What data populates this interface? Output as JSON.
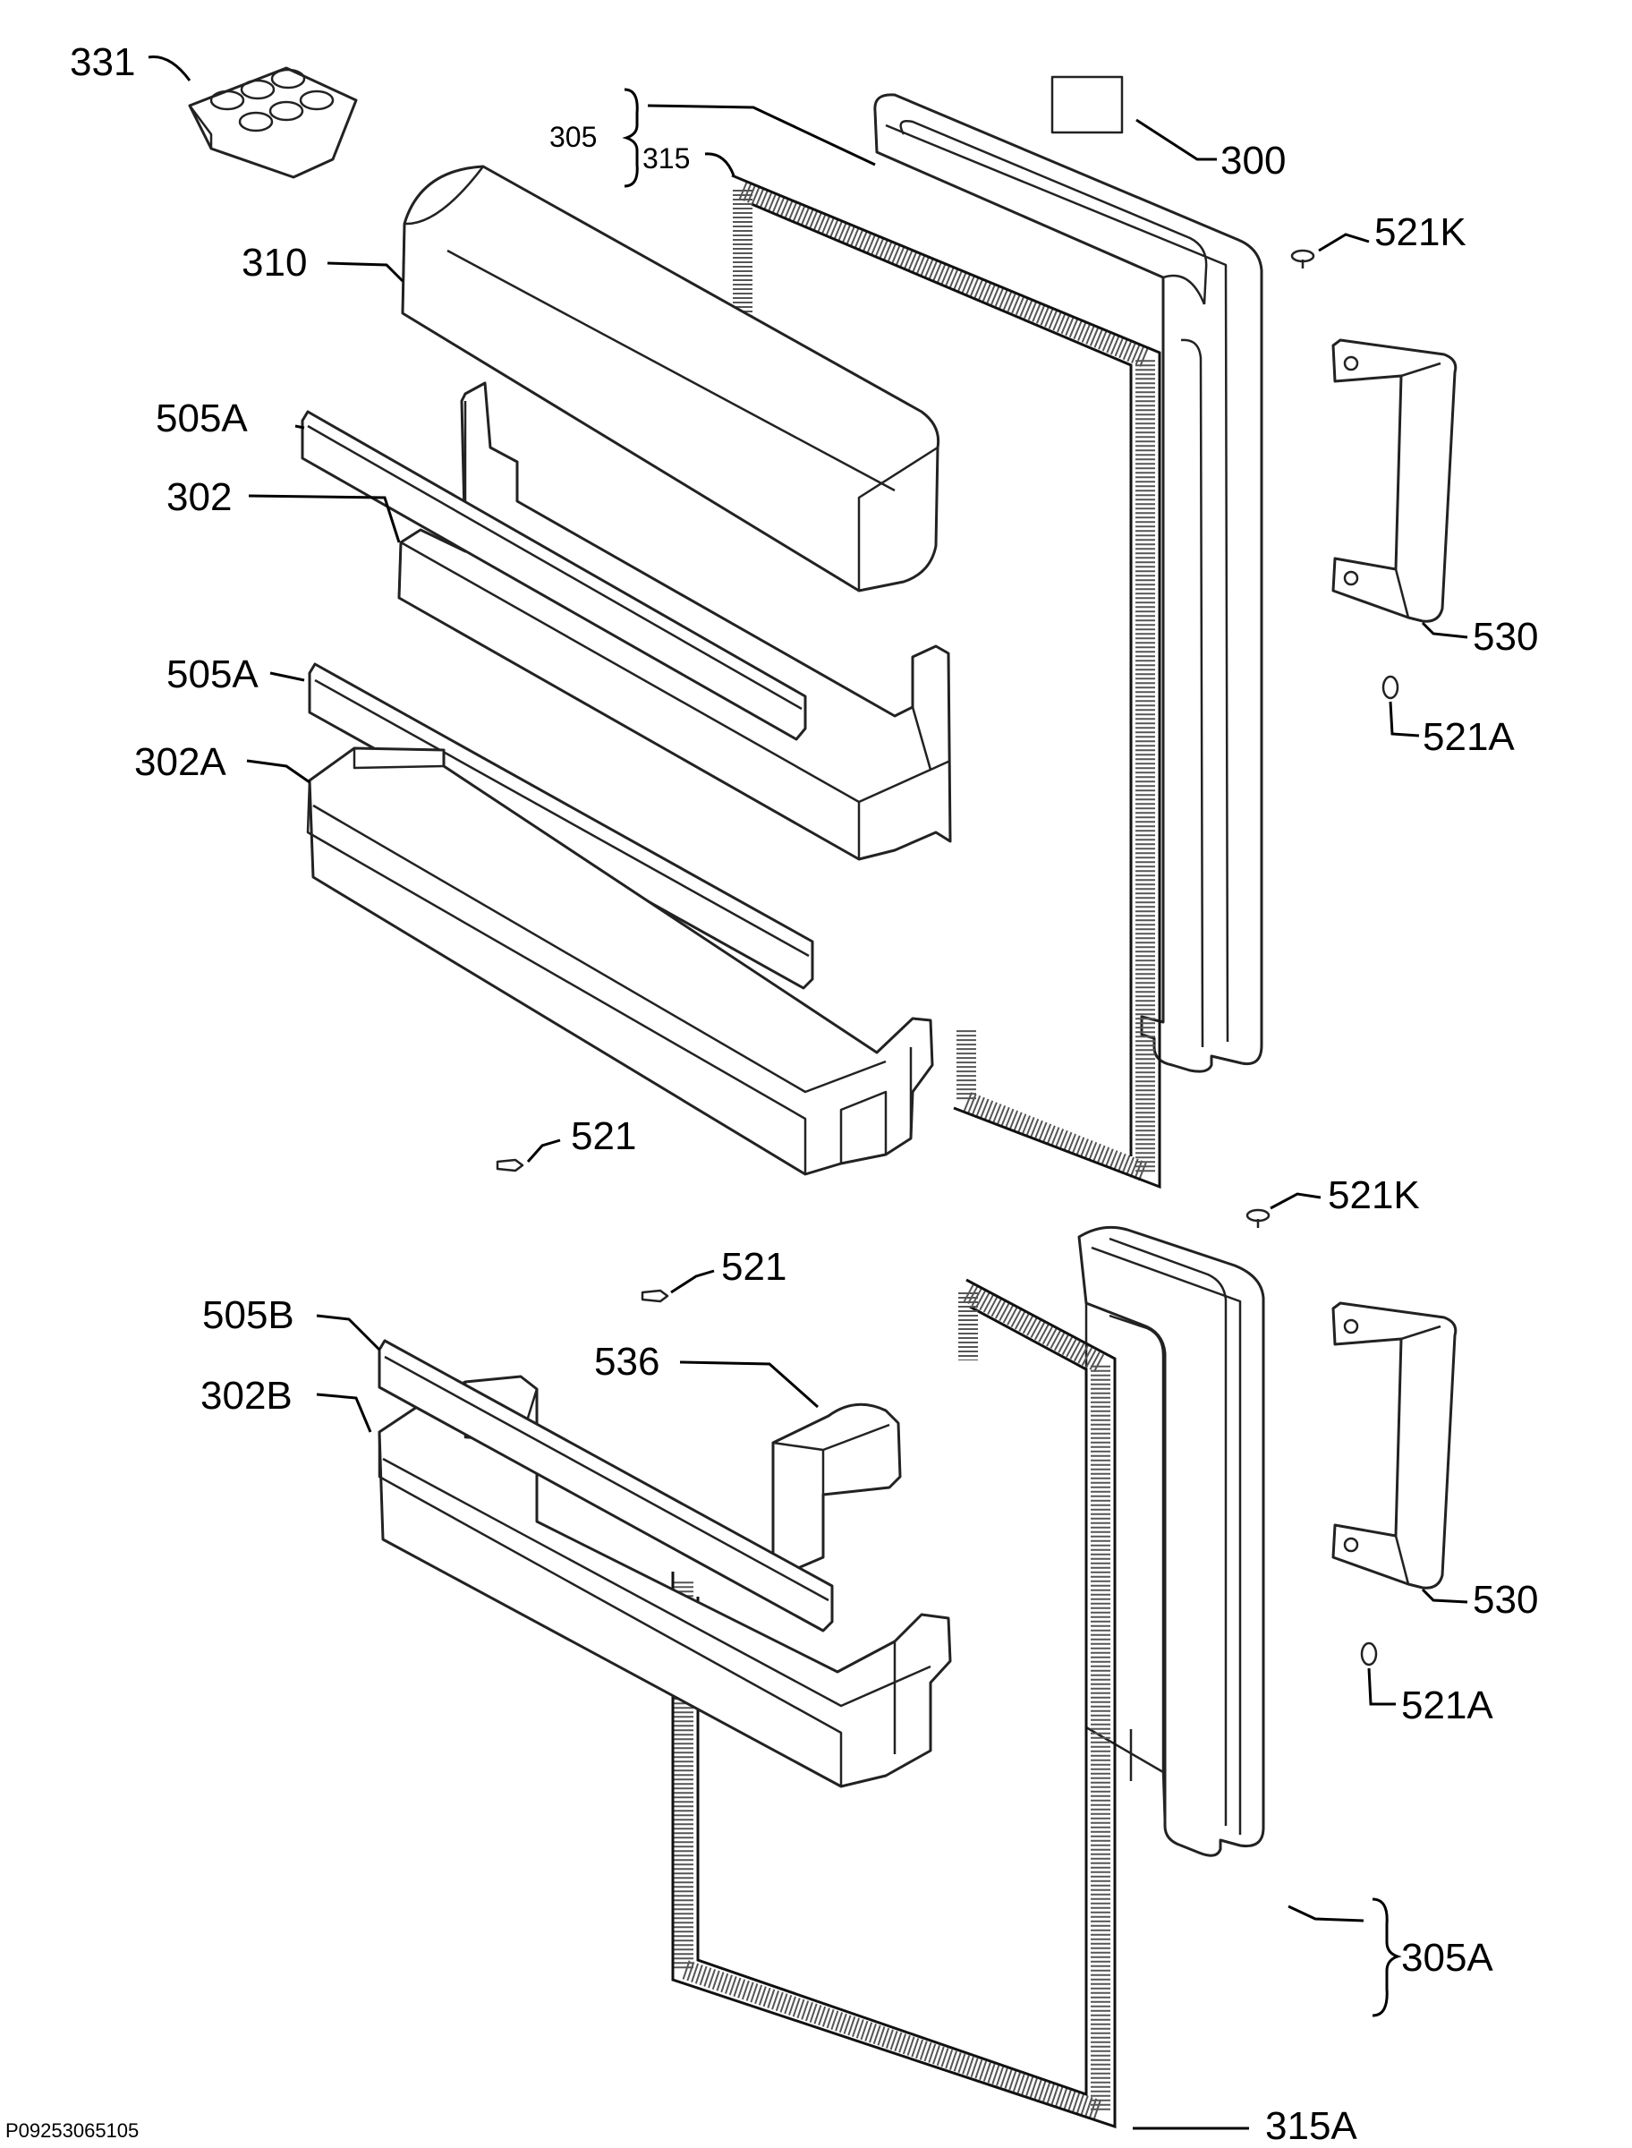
{
  "diagram": {
    "drawing_code": "P09253065105",
    "labels": {
      "l331": "331",
      "l305": "305",
      "l315": "315",
      "l300": "300",
      "l310": "310",
      "l521k_top": "521K",
      "l505a_top": "505A",
      "l302": "302",
      "l530_top": "530",
      "l505a_mid": "505A",
      "l521a_top": "521A",
      "l302a": "302A",
      "l521_upper": "521",
      "l521k_bottom": "521K",
      "l521_lower": "521",
      "l505b": "505B",
      "l536": "536",
      "l302b": "302B",
      "l530_bottom": "530",
      "l521a_bottom": "521A",
      "l305a": "305A",
      "l315a": "315A"
    }
  }
}
